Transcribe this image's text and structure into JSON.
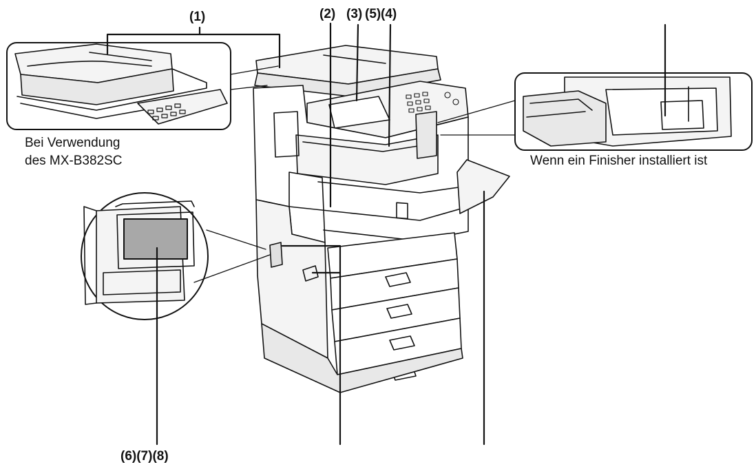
{
  "callouts": {
    "c1": "(1)",
    "c2": "(2)",
    "c3": "(3)",
    "c5": "(5)",
    "c4": "(4)",
    "c678": "(6)(7)(8)"
  },
  "captions": {
    "adf_line1": "Bei Verwendung",
    "adf_line2": "des MX-B382SC",
    "finisher": "Wenn ein Finisher installiert ist"
  },
  "colors": {
    "line": "#111111",
    "fill_light": "#f4f4f4",
    "fill_mid": "#e6e6e6",
    "switch_fill": "#a8a8a8"
  }
}
